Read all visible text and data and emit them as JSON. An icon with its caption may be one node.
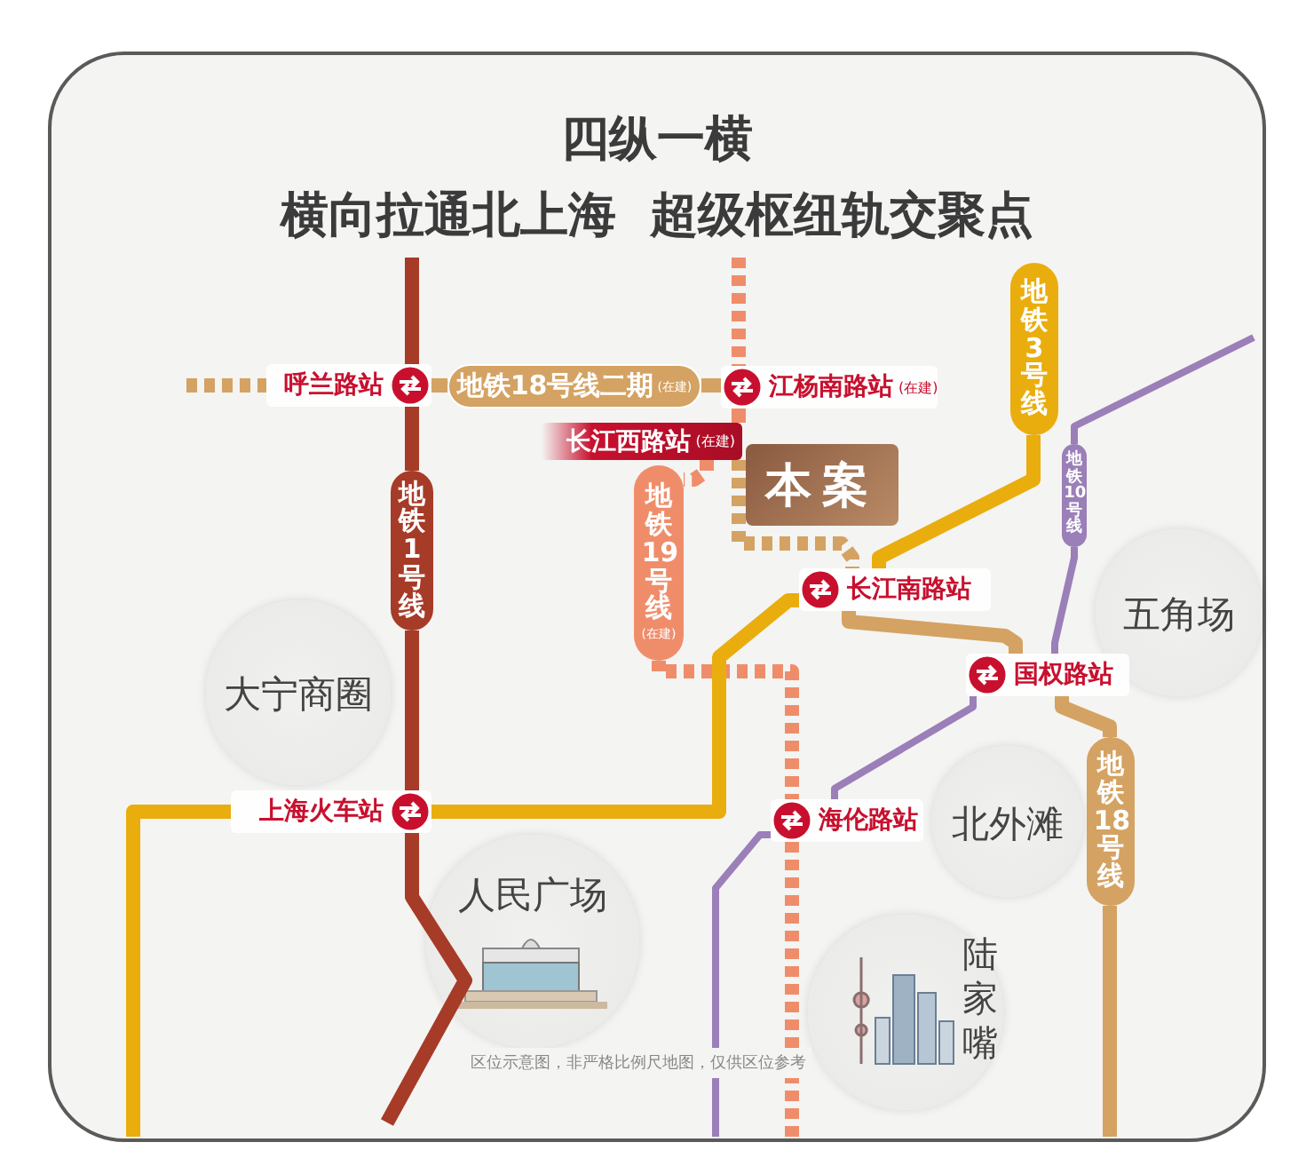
{
  "diagram": {
    "title": "四纵一横",
    "caption": "区位示意图，非严格比例尺地图，仅供区位参考",
    "labels": [
      "横向拉通北上海  超级枢纽轨交聚点"
    ],
    "nodes": [
      {
        "text": [
          "呼兰路站"
        ]
      },
      {
        "text": [
          "地铁18号线二期",
          "(在建)"
        ]
      },
      {
        "text": [
          "江杨南路站",
          "(在建)"
        ]
      },
      {
        "text": [
          "长江西路站",
          "(在建)"
        ]
      },
      {
        "text": [
          "地铁1号线"
        ]
      },
      {
        "text": [
          "本案"
        ]
      },
      {
        "text": [
          "地铁19号线",
          "(在建)"
        ]
      },
      {
        "text": [
          "地铁3号线"
        ]
      },
      {
        "text": [
          "地铁10号线"
        ]
      },
      {
        "text": [
          "长江南路站"
        ]
      },
      {
        "text": [
          "大宁商圈"
        ]
      },
      {
        "text": [
          "五角场"
        ]
      },
      {
        "text": [
          "国权路站"
        ]
      },
      {
        "text": [
          "北外滩"
        ]
      },
      {
        "text": [
          "地铁18号线"
        ]
      },
      {
        "text": [
          "上海火车站"
        ]
      },
      {
        "text": [
          "海伦路站"
        ]
      },
      {
        "text": [
          "人民广场"
        ]
      },
      {
        "text": [
          "陆家嘴"
        ]
      }
    ],
    "edges": [
      {
        "from": null,
        "to": 0,
        "arrow": "none",
        "color": "#a63b28"
      },
      {
        "from": 0,
        "to": 4,
        "arrow": "none",
        "color": "#a63b28"
      },
      {
        "from": 4,
        "to": 15,
        "arrow": "none",
        "color": "#a63b28"
      },
      {
        "from": 15,
        "to": null,
        "arrow": "none",
        "color": "#a63b28"
      },
      {
        "from": null,
        "to": 0,
        "arrow": "none",
        "style": "dashed"
      },
      {
        "from": 0,
        "to": 1,
        "arrow": "none"
      },
      {
        "from": 1,
        "to": 2,
        "arrow": "none"
      },
      {
        "from": null,
        "to": 2,
        "arrow": "none",
        "style": "dashed",
        "color": "#ef8d6b"
      },
      {
        "from": 2,
        "to": 3,
        "arrow": "none",
        "style": "dashed",
        "color": "#ef8d6b"
      },
      {
        "from": 3,
        "to": 9,
        "arrow": "none",
        "style": "dashed"
      },
      {
        "from": 3,
        "to": 6,
        "arrow": "none",
        "style": "dashed",
        "color": "#ef8d6b"
      },
      {
        "from": 6,
        "to": 16,
        "arrow": "none",
        "style": "dashed",
        "color": "#ef8d6b"
      },
      {
        "from": 16,
        "to": null,
        "arrow": "none",
        "style": "dashed",
        "color": "#ef8d6b"
      },
      {
        "from": 7,
        "to": 9,
        "arrow": "none",
        "color": "#eaad0e"
      },
      {
        "from": 9,
        "to": 15,
        "arrow": "none",
        "color": "#eaad0e"
      },
      {
        "from": 15,
        "to": null,
        "arrow": "none",
        "color": "#eaad0e"
      },
      {
        "from": 9,
        "to": 12,
        "arrow": "none"
      },
      {
        "from": 12,
        "to": 14,
        "arrow": "none"
      },
      {
        "from": 14,
        "to": null,
        "arrow": "none"
      },
      {
        "from": null,
        "to": 8,
        "arrow": "none",
        "color": "#9b7fb8"
      },
      {
        "from": 8,
        "to": 12,
        "arrow": "none",
        "color": "#9b7fb8"
      },
      {
        "from": 12,
        "to": 16,
        "arrow": "none",
        "color": "#9b7fb8"
      },
      {
        "from": 16,
        "to": null,
        "arrow": "none",
        "color": "#9b7fb8"
      }
    ]
  }
}
